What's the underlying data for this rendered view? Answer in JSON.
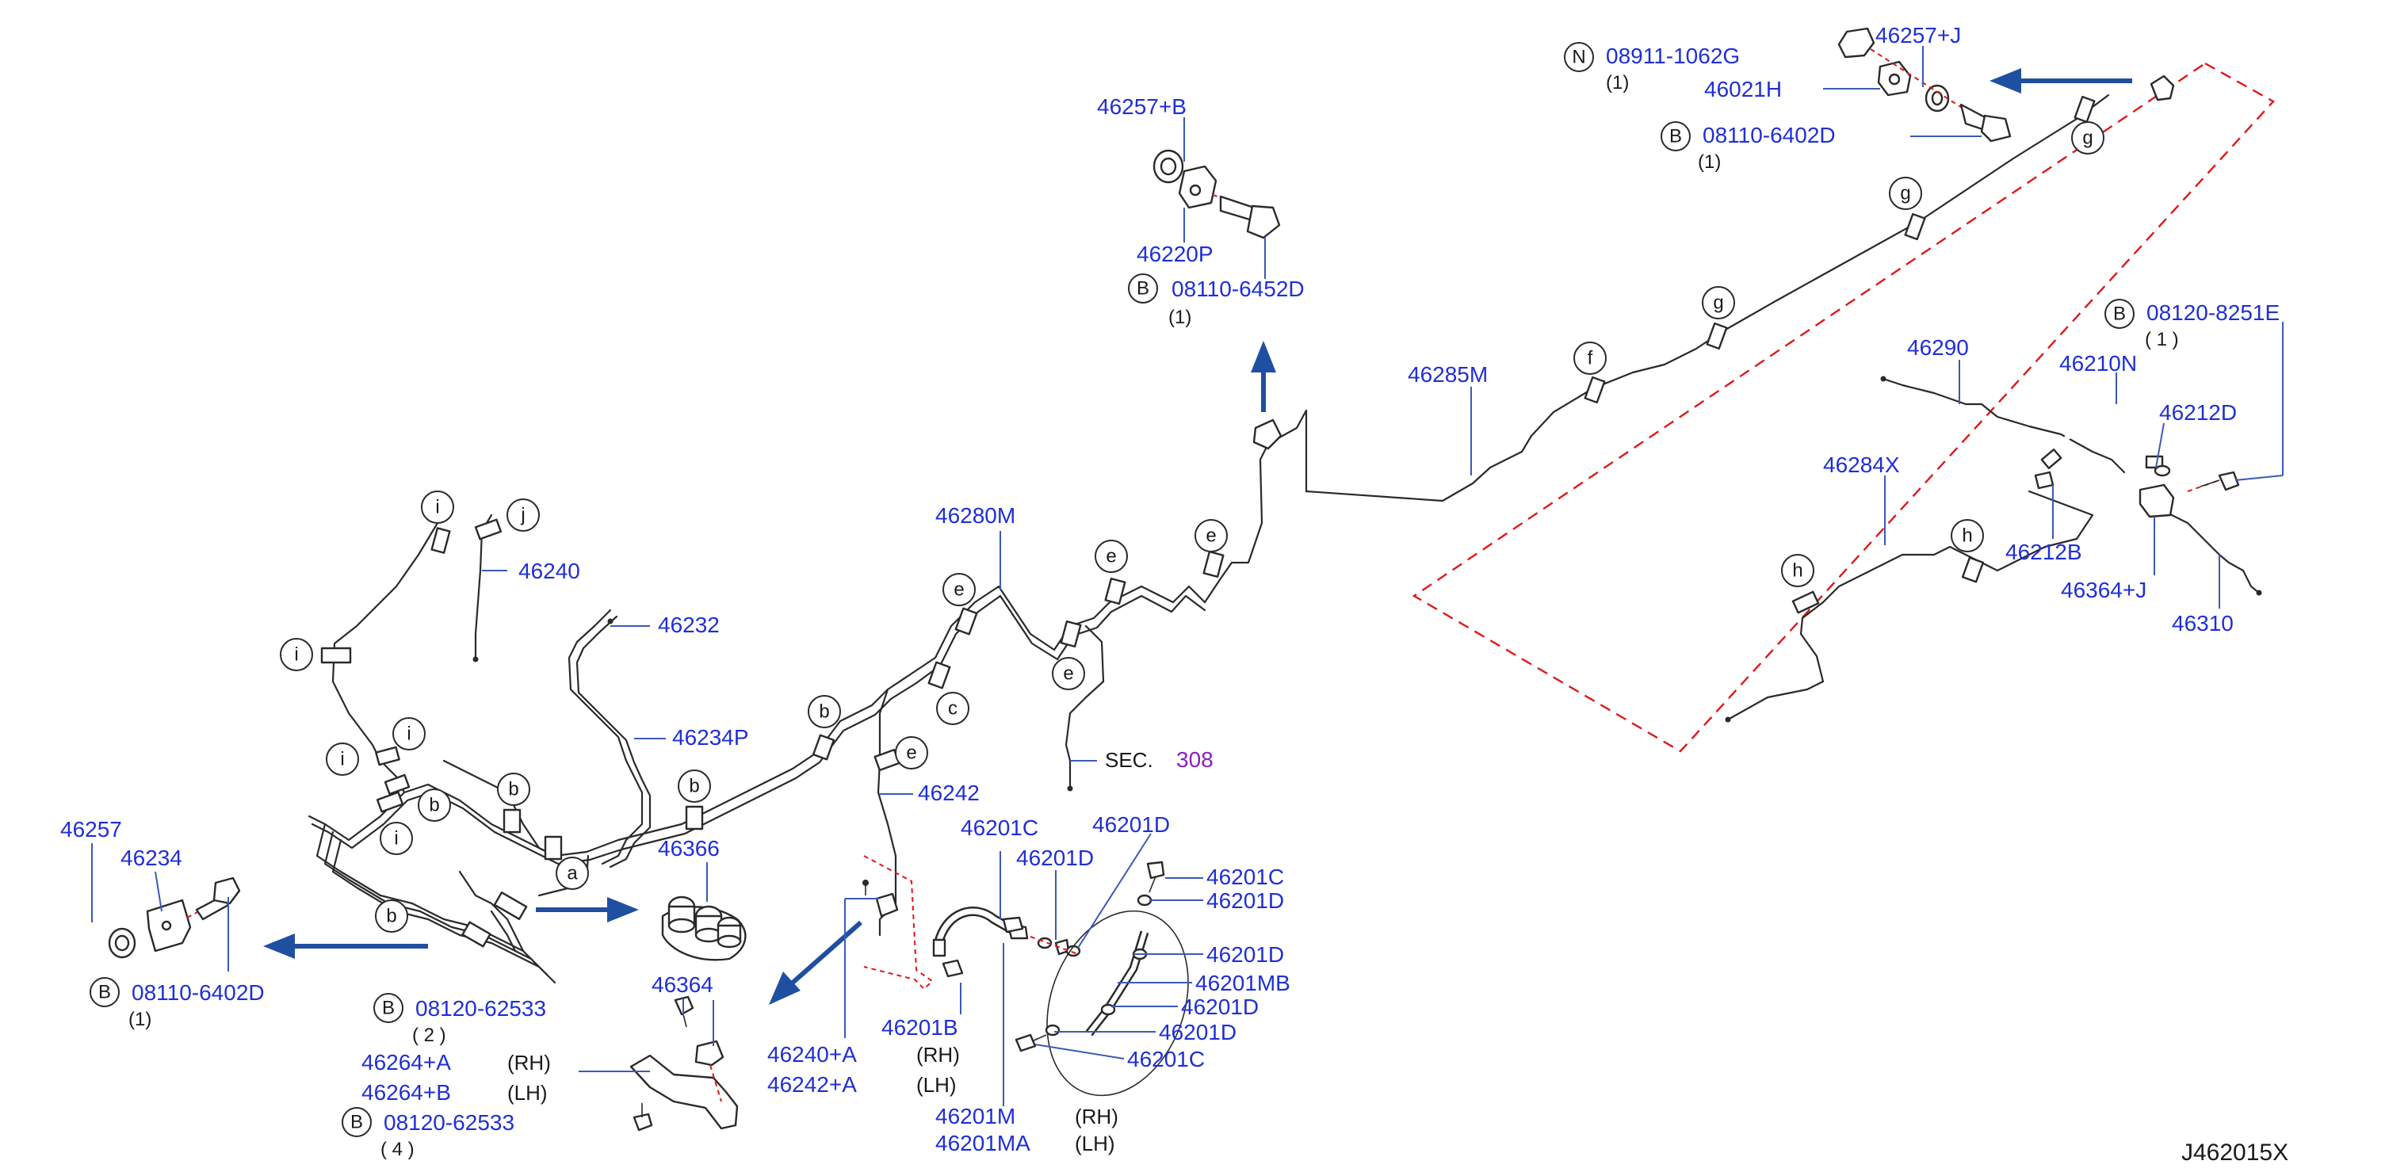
{
  "colors": {
    "part_number": "#1f2fd6",
    "leader": "#3a5ab8",
    "arrow": "#1f4fa0",
    "dashed_outline": "#e01818",
    "section_ref": "#8a1fc0",
    "line": "#2a2a2a"
  },
  "diagram_id": "J462015X",
  "parts": {
    "p46257_j": "46257+J",
    "p46021h": "46021H",
    "p08911": "08911-1062G",
    "p08911_qty": "(1)",
    "p08911_sym": "N",
    "p08110_6402d_top": "08110-6402D",
    "p08110_6402d_top_qty": "(1)",
    "p08110_6402d_top_sym": "B",
    "p46257_b": "46257+B",
    "p46220p": "46220P",
    "p08110_6452d": "08110-6452D",
    "p08110_6452d_qty": "(1)",
    "p08110_6452d_sym": "B",
    "p08120_8251e": "08120-8251E",
    "p08120_8251e_qty": "( 1 )",
    "p08120_8251e_sym": "B",
    "p46290": "46290",
    "p46210n": "46210N",
    "p46212d": "46212D",
    "p46284x": "46284X",
    "p46212b": "46212B",
    "p46364_j": "46364+J",
    "p46310": "46310",
    "p46285m": "46285M",
    "p46280m": "46280M",
    "p46240": "46240",
    "p46232": "46232",
    "p46234p": "46234P",
    "p46242": "46242",
    "sec_prefix": "SEC.",
    "sec_num": "308",
    "p46366": "46366",
    "p46257": "46257",
    "p46234": "46234",
    "p08110_6402d_left": "08110-6402D",
    "p08110_6402d_left_qty": "(1)",
    "p08110_6402d_left_sym": "B",
    "p08120_62533_a": "08120-62533",
    "p08120_62533_a_qty": "( 2 )",
    "p08120_62533_a_sym": "B",
    "p46264_a": "46264+A",
    "p46264_b": "46264+B",
    "rh": "(RH)",
    "lh": "(LH)",
    "p08120_62533_b": "08120-62533",
    "p08120_62533_b_qty": "( 4 )",
    "p08120_62533_b_sym": "B",
    "p46364": "46364",
    "p46240_a": "46240+A",
    "p46242_a": "46242+A",
    "p46201b": "46201B",
    "p46201c_1": "46201C",
    "p46201d_1": "46201D",
    "p46201d_2": "46201D",
    "p46201c_2": "46201C",
    "p46201d_3": "46201D",
    "p46201d_4": "46201D",
    "p46201mb": "46201MB",
    "p46201d_5": "46201D",
    "p46201d_6": "46201D",
    "p46201c_3": "46201C",
    "p46201m": "46201M",
    "p46201ma": "46201MA"
  },
  "clip_letters": {
    "a": "a",
    "b": "b",
    "c": "c",
    "e": "e",
    "f": "f",
    "g": "g",
    "h": "h",
    "i": "i",
    "j": "j"
  }
}
